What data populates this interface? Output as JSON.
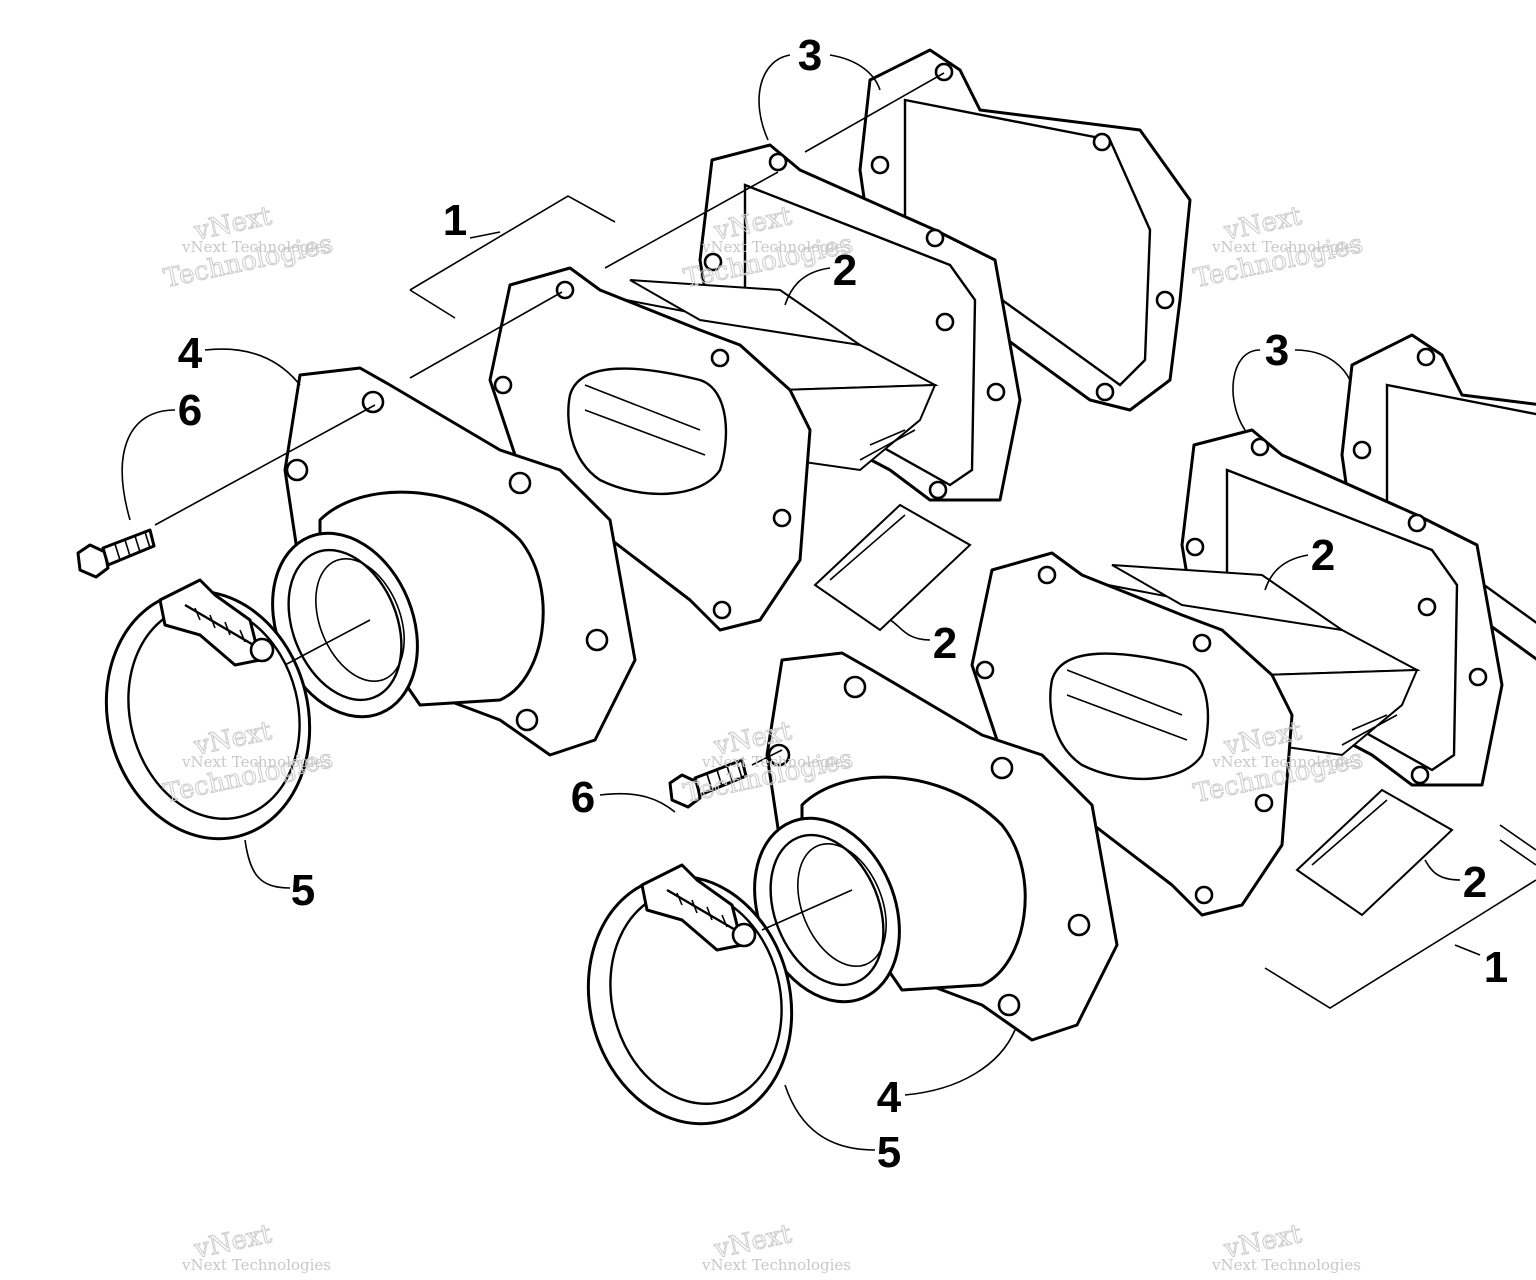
{
  "diagram": {
    "callouts": {
      "c1a": "1",
      "c2a": "2",
      "c2b": "2",
      "c3a": "3",
      "c4a": "4",
      "c5a": "5",
      "c6a": "6",
      "c1b": "1",
      "c2c": "2",
      "c2d": "2",
      "c3b": "3",
      "c4b": "4",
      "c5b": "5",
      "c6b": "6"
    },
    "watermark": {
      "line1": "vNext",
      "line2": "vNext Technologies",
      "line3": "Technologies"
    }
  }
}
